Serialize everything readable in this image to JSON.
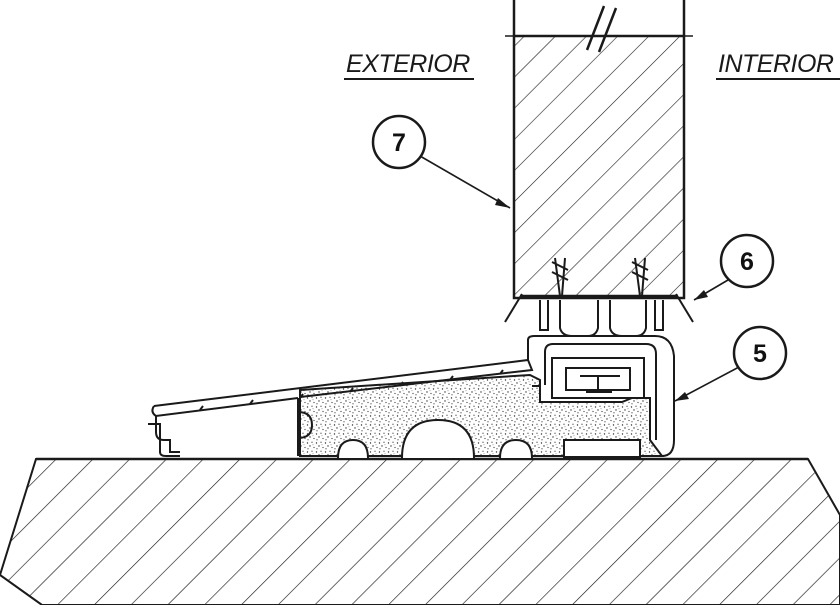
{
  "labels": {
    "exterior": "EXTERIOR",
    "interior": "INTERIOR"
  },
  "callouts": [
    {
      "id": "c7",
      "number": "7"
    },
    {
      "id": "c6",
      "number": "6"
    },
    {
      "id": "c5",
      "number": "5"
    }
  ],
  "colors": {
    "ink": "#1a1a1a",
    "background": "#ffffff"
  }
}
